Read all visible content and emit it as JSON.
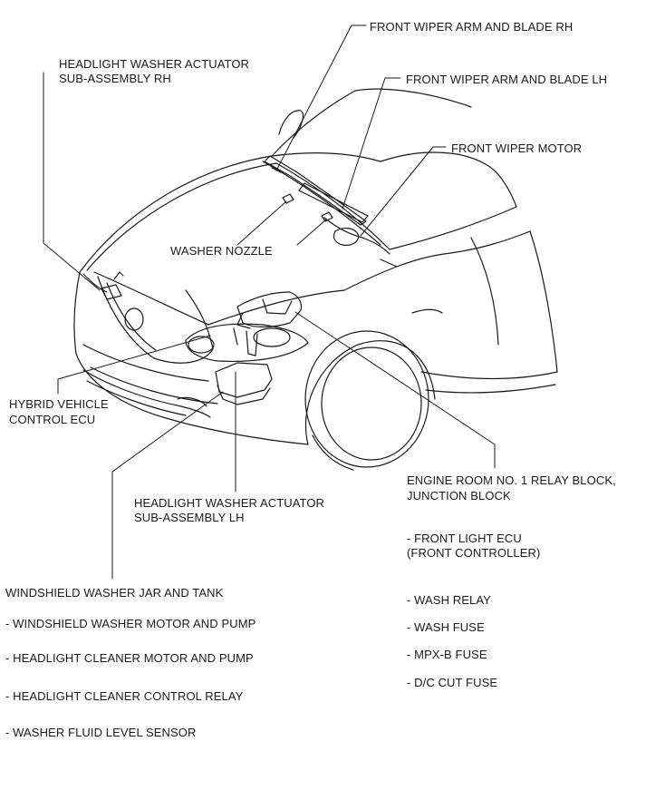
{
  "labels": {
    "front_wiper_arm_rh": "FRONT WIPER ARM AND BLADE RH",
    "front_wiper_arm_lh": "FRONT WIPER ARM AND BLADE LH",
    "front_wiper_motor": "FRONT WIPER MOTOR",
    "headlight_washer_rh_line1": "HEADLIGHT WASHER ACTUATOR",
    "headlight_washer_rh_line2": "SUB-ASSEMBLY RH",
    "washer_nozzle": "WASHER NOZZLE",
    "hybrid_ecu_line1": "HYBRID VEHICLE",
    "hybrid_ecu_line2": "CONTROL ECU",
    "relay_block_line1": "ENGINE ROOM NO. 1 RELAY BLOCK,",
    "relay_block_line2": "JUNCTION BLOCK",
    "front_light_ecu_line1": "- FRONT LIGHT ECU",
    "front_light_ecu_line2": "(FRONT CONTROLLER)",
    "headlight_washer_lh_line1": "HEADLIGHT WASHER ACTUATOR",
    "headlight_washer_lh_line2": "SUB-ASSEMBLY LH",
    "washer_jar_title": "WINDSHIELD WASHER JAR AND TANK",
    "jar_items": [
      "- WINDSHIELD WASHER MOTOR AND PUMP",
      "- HEADLIGHT CLEANER MOTOR AND PUMP",
      "- HEADLIGHT CLEANER CONTROL RELAY",
      "- WASHER FLUID LEVEL SENSOR"
    ],
    "relay_items": [
      "- WASH RELAY",
      "- WASH FUSE",
      "- MPX-B FUSE",
      "- D/C CUT FUSE"
    ]
  },
  "colors": {
    "line": "#1a1a1a",
    "text": "#1a1a1a",
    "background": "#ffffff"
  }
}
